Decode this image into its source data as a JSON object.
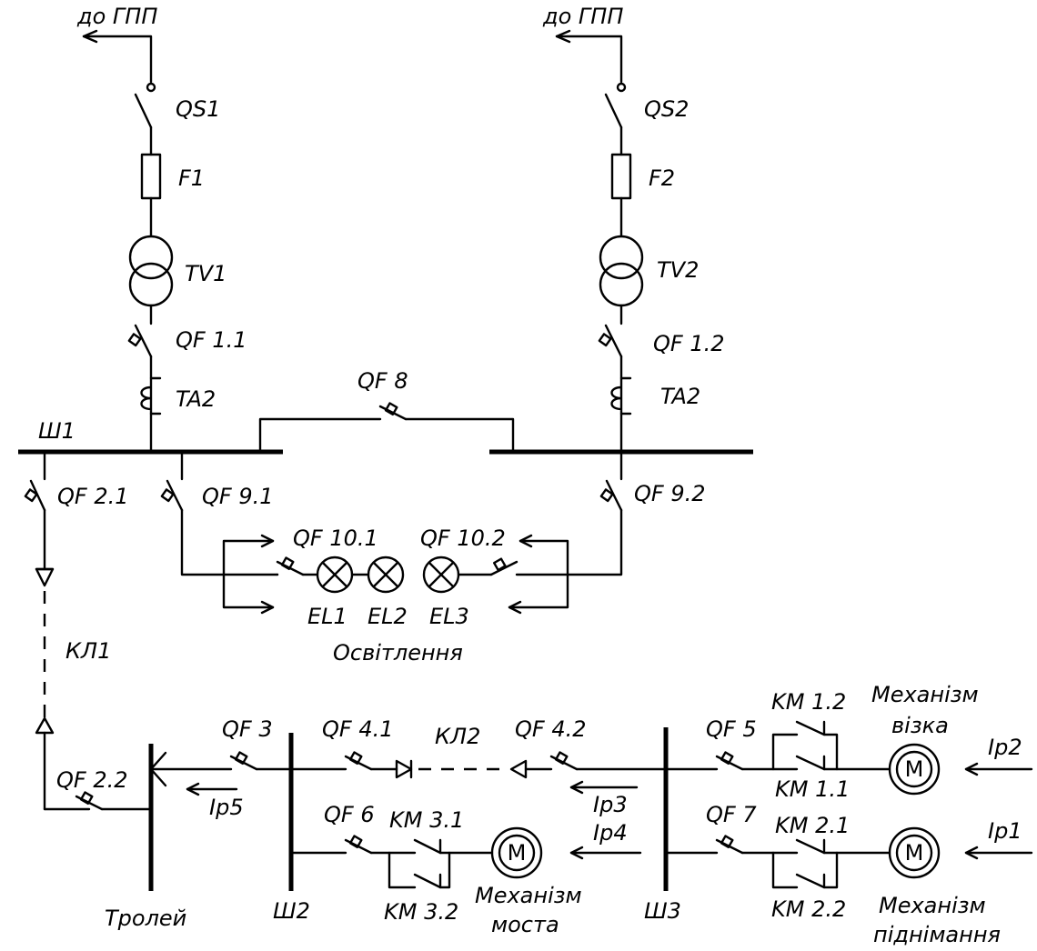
{
  "feed_labels": [
    "до ГПП",
    "до ГПП"
  ],
  "devices": {
    "qs1": "QS1",
    "qs2": "QS2",
    "f1": "F1",
    "f2": "F2",
    "tv1": "TV1",
    "tv2": "TV2",
    "qf11": "QF 1.1",
    "qf12": "QF 1.2",
    "ta_left": "TA2",
    "ta_right": "TA2",
    "qf8": "QF 8",
    "qf21": "QF 2.1",
    "qf91": "QF 9.1",
    "qf92": "QF 9.2",
    "qf101": "QF 10.1",
    "qf102": "QF 10.2",
    "el1": "EL1",
    "el2": "EL2",
    "el3": "EL3",
    "kl1": "КЛ1",
    "kl2": "КЛ2",
    "qf22": "QF 2.2",
    "qf3": "QF 3",
    "qf41": "QF 4.1",
    "qf42": "QF 4.2",
    "qf5": "QF 5",
    "qf6": "QF 6",
    "qf7": "QF 7",
    "km12": "KM 1.2",
    "km11": "KM 1.1",
    "km21": "KM 2.1",
    "km22": "KM 2.2",
    "km31": "KM 3.1",
    "km32": "KM 3.2",
    "ip1": "Ip1",
    "ip2": "Ip2",
    "ip3": "Ip3",
    "ip4": "Ip4",
    "ip5": "Ip5"
  },
  "buses": {
    "sh1": "Ш1",
    "sh2": "Ш2",
    "sh3": "Ш3",
    "trolley": "Тролей"
  },
  "lighting_label": "Освітлення",
  "motor_symbol": "M",
  "mechanisms": {
    "cart": [
      "Механізм",
      "візка"
    ],
    "bridge": [
      "Механізм",
      "моста"
    ],
    "hoist": [
      "Механізм",
      "піднімання"
    ]
  }
}
